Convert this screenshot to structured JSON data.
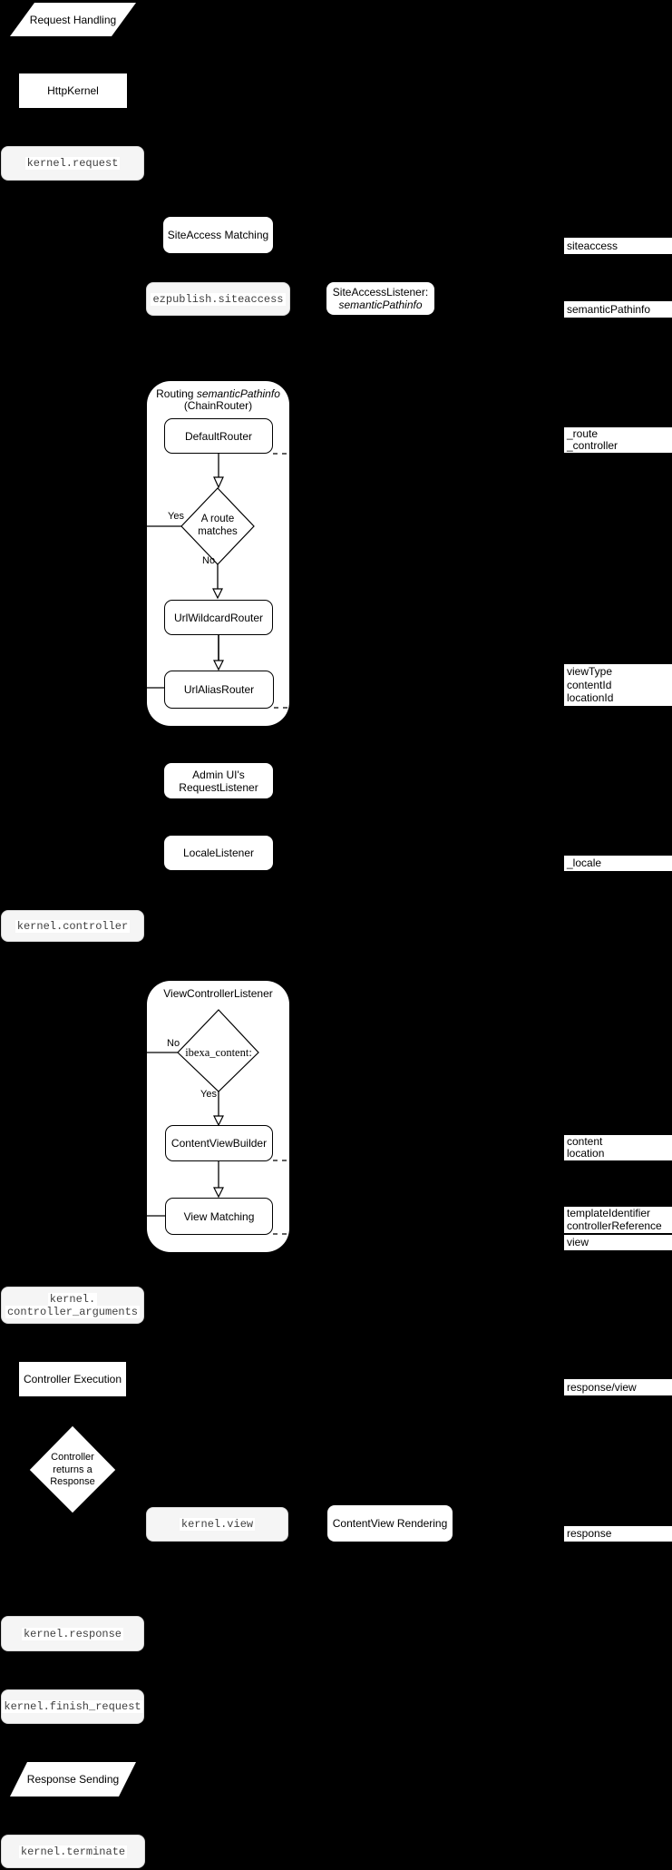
{
  "flow": {
    "request_handling": "Request Handling",
    "http_kernel": "HttpKernel",
    "kernel_request": "kernel.request",
    "siteaccess_matching": "SiteAccess Matching",
    "ezpublish_siteaccess": "ezpublish.siteaccess",
    "siteaccess_listener_line1": "SiteAccessListener:",
    "siteaccess_listener_line2": "semanticPathinfo",
    "routing": {
      "title_normal": "Routing ",
      "title_italic": "semanticPathinfo",
      "title_line2": "(ChainRouter)",
      "default_router": "DefaultRouter",
      "decision_line1": "A route",
      "decision_line2": "matches",
      "yes_label": "Yes",
      "no_label": "No",
      "url_wildcard_router": "UrlWildcardRouter",
      "url_alias_router": "UrlAliasRouter"
    },
    "admin_request_listener_line1": "Admin UI's",
    "admin_request_listener_line2": "RequestListener",
    "locale_listener": "LocaleListener",
    "kernel_controller": "kernel.controller",
    "view_controller_listener": {
      "title": "ViewControllerListener",
      "decision": "ibexa_content:",
      "no_label": "No",
      "yes_label": "Yes",
      "content_view_builder": "ContentViewBuilder",
      "view_matching": "View Matching"
    },
    "kernel_controller_arguments_line1": "kernel.",
    "kernel_controller_arguments_line2": "controller_arguments",
    "controller_execution": "Controller Execution",
    "controller_returns_line1": "Controller",
    "controller_returns_line2": "returns a",
    "controller_returns_line3": "Response",
    "kernel_view": "kernel.view",
    "contentview_rendering": "ContentView Rendering",
    "kernel_response": "kernel.response",
    "kernel_finish_request": "kernel.finish_request",
    "response_sending": "Response Sending",
    "kernel_terminate": "kernel.terminate"
  },
  "labels": {
    "siteaccess": "siteaccess",
    "semanticPathinfo": "semanticPathinfo",
    "route": "_route",
    "controller": "_controller",
    "viewType": "viewType",
    "contentId": "contentId",
    "locationId": "locationId",
    "locale": "_locale",
    "content": "content",
    "location": "location",
    "templateIdentifier": "templateIdentifier",
    "controllerReference": "controllerReference",
    "view": "view",
    "response_view": "response/view",
    "response": "response"
  },
  "colors": {
    "background": "#000000",
    "node_fill": "#ffffff",
    "event_fill": "#f5f5f5",
    "event_border": "#d9d9d9",
    "line": "#000000",
    "event_text": "#404040",
    "text": "#000000"
  }
}
